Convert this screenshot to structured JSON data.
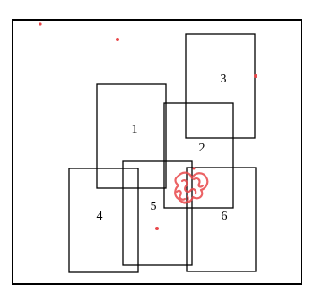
{
  "diagram": {
    "stroke_color": "#000000",
    "marker_color": "#e8474a",
    "boxes": [
      {
        "id": "box-1",
        "label": "1"
      },
      {
        "id": "box-2",
        "label": "2"
      },
      {
        "id": "box-3",
        "label": "3"
      },
      {
        "id": "box-4",
        "label": "4"
      },
      {
        "id": "box-5",
        "label": "5"
      },
      {
        "id": "box-6",
        "label": "6"
      }
    ],
    "markers": [
      "dot-a",
      "dot-b",
      "dot-c",
      "dot-d",
      "dot-e",
      "scribble"
    ]
  }
}
